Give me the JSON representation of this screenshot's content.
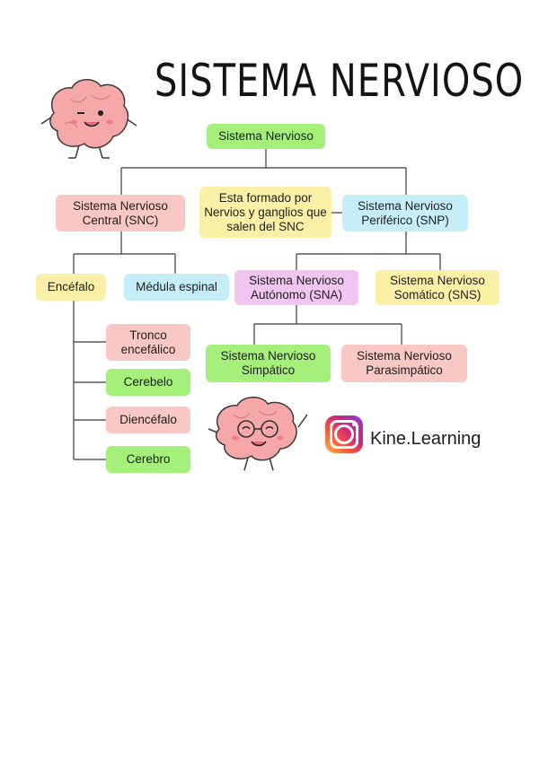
{
  "title": "SISTEMA NERVIOSO",
  "nodes": {
    "sistema_nervioso": "Sistema Nervioso",
    "snc": "Sistema Nervioso Central (SNC)",
    "nota": "Esta formado por Nervios y ganglios que salen del SNC",
    "snp": "Sistema Nervioso Periférico (SNP)",
    "encefalo": "Encéfalo",
    "medula": "Médula espinal",
    "sna": "Sistema Nervioso Autónomo (SNA)",
    "sns": "Sistema Nervioso Somático (SNS)",
    "tronco": "Tronco encefálico",
    "cerebelo": "Cerebelo",
    "diencefalo": "Diencéfalo",
    "cerebro": "Cerebro",
    "simpatico": "Sistema Nervioso Simpático",
    "parasimpatico": "Sistema Nervioso Parasimpático"
  },
  "brand": {
    "name": "Kine.Learning",
    "icon": "instagram-icon"
  },
  "colors": {
    "green": "#a5f07a",
    "pink": "#f9c8c5",
    "yellow": "#fbf1a6",
    "blue": "#c6eef9",
    "violet": "#f0c5f2",
    "brain": "#f6a8a8"
  }
}
